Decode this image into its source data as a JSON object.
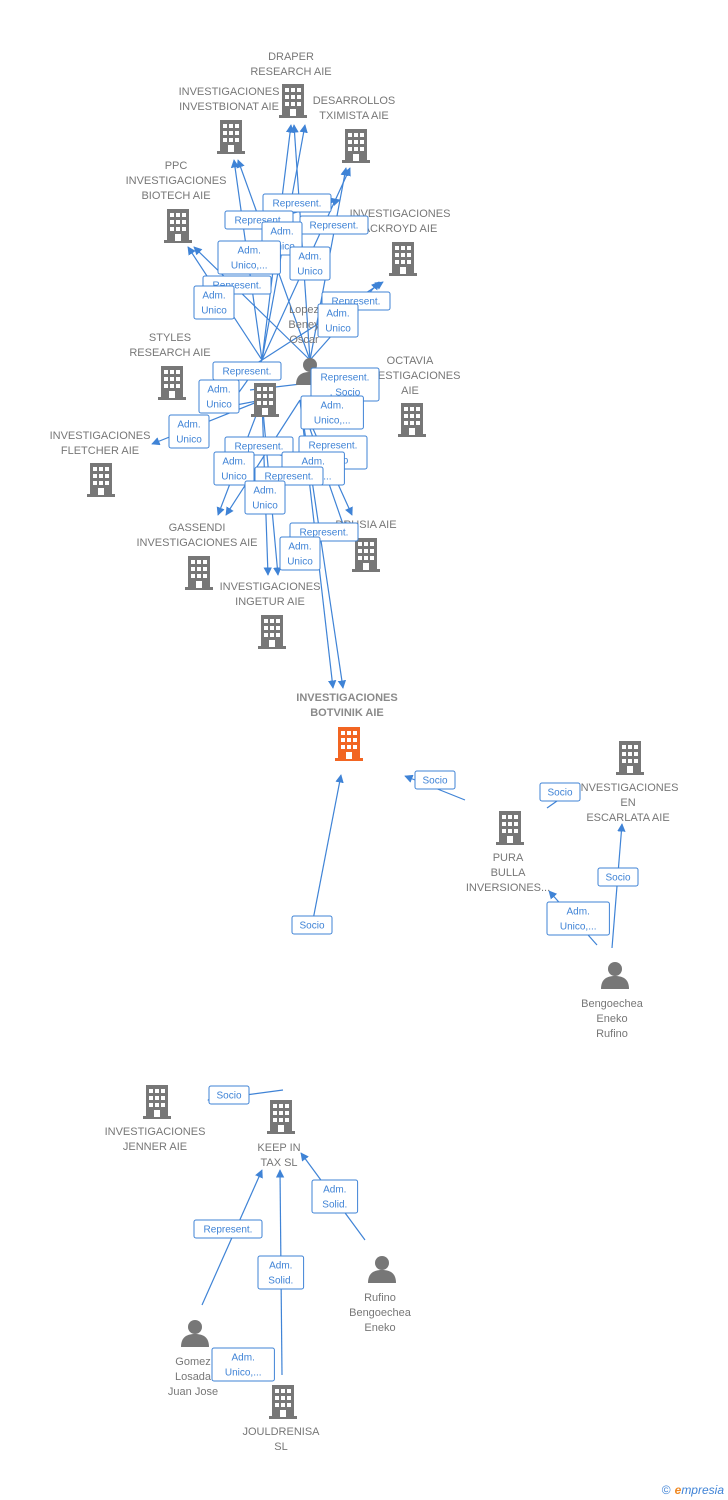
{
  "colors": {
    "edge": "#3f83d6",
    "node": "#777777",
    "focus": "#f26522",
    "person": "#777777"
  },
  "nodes": [
    {
      "id": "draper",
      "kind": "company",
      "lines": [
        "DRAPER",
        "RESEARCH AIE"
      ]
    },
    {
      "id": "investbionat",
      "kind": "company",
      "lines": [
        "INVESTIGACIONES",
        "INVESTBIONAT AIE"
      ]
    },
    {
      "id": "tximista",
      "kind": "company",
      "lines": [
        "DESARROLLOS",
        "TXIMISTA AIE"
      ]
    },
    {
      "id": "ppc",
      "kind": "company",
      "lines": [
        "PPC",
        "INVESTIGACIONES",
        "BIOTECH  AIE"
      ]
    },
    {
      "id": "ackroyd",
      "kind": "company",
      "lines": [
        "INVESTIGACIONES",
        "ACKROYD AIE"
      ]
    },
    {
      "id": "lopez",
      "kind": "person",
      "lines": [
        "Lopez",
        "Beney",
        "Oscar"
      ]
    },
    {
      "id": "styles",
      "kind": "company",
      "lines": [
        "STYLES",
        "RESEARCH AIE"
      ]
    },
    {
      "id": "hubs",
      "kind": "company",
      "lines": []
    },
    {
      "id": "octavia",
      "kind": "company",
      "lines": [
        "OCTAVIA",
        "INVESTIGACIONES",
        "AIE"
      ]
    },
    {
      "id": "fletcher",
      "kind": "company",
      "lines": [
        "INVESTIGACIONES",
        "FLETCHER AIE"
      ]
    },
    {
      "id": "gassendi",
      "kind": "company",
      "lines": [
        "GASSENDI",
        "INVESTIGACIONES AIE"
      ]
    },
    {
      "id": "drusia",
      "kind": "company",
      "lines": [
        "DRUSIA  AIE"
      ]
    },
    {
      "id": "ingetur",
      "kind": "company",
      "lines": [
        "INVESTIGACIONES",
        "INGETUR AIE"
      ]
    },
    {
      "id": "botvinik",
      "kind": "focus",
      "lines": [
        "INVESTIGACIONES",
        "BOTVINIK AIE"
      ]
    },
    {
      "id": "escarlata",
      "kind": "company",
      "lines": [
        "INVESTIGACIONES",
        "EN",
        "ESCARLATA AIE"
      ]
    },
    {
      "id": "pura",
      "kind": "company",
      "lines": [
        "PURA",
        "BULLA",
        "INVERSIONES..."
      ]
    },
    {
      "id": "bengoechea",
      "kind": "person",
      "lines": [
        "Bengoechea",
        "Eneko",
        "Rufino"
      ]
    },
    {
      "id": "jenner",
      "kind": "company",
      "lines": [
        "INVESTIGACIONES",
        "JENNER AIE"
      ]
    },
    {
      "id": "keepin",
      "kind": "company",
      "lines": [
        "KEEP IN",
        "TAX  SL"
      ]
    },
    {
      "id": "rufino",
      "kind": "person",
      "lines": [
        "Rufino",
        "Bengoechea",
        "Eneko"
      ]
    },
    {
      "id": "gomez",
      "kind": "person",
      "lines": [
        "Gomez",
        "Losada",
        "Juan Jose"
      ]
    },
    {
      "id": "jouldrenisa",
      "kind": "company",
      "lines": [
        "JOULDRENISA",
        "SL"
      ]
    }
  ],
  "edge_labels": [
    {
      "id": "l1",
      "lines": [
        "Represent."
      ]
    },
    {
      "id": "l2",
      "lines": [
        "Represent."
      ]
    },
    {
      "id": "l3",
      "lines": [
        "Represent."
      ]
    },
    {
      "id": "l4",
      "lines": [
        "Adm.",
        "Unico"
      ]
    },
    {
      "id": "l5",
      "lines": [
        "Adm.",
        "Unico,..."
      ]
    },
    {
      "id": "l6",
      "lines": [
        "Adm.",
        "Unico"
      ]
    },
    {
      "id": "l7",
      "lines": [
        "Represent."
      ]
    },
    {
      "id": "l8",
      "lines": [
        "Adm.",
        "Unico"
      ]
    },
    {
      "id": "l9",
      "lines": [
        "Represent."
      ]
    },
    {
      "id": "l10",
      "lines": [
        "Adm.",
        "Unico"
      ]
    },
    {
      "id": "l11",
      "lines": [
        "Represent."
      ]
    },
    {
      "id": "l12",
      "lines": [
        "Adm.",
        "Unico"
      ]
    },
    {
      "id": "l13",
      "lines": [
        "Represent.",
        ", Socio"
      ]
    },
    {
      "id": "l14",
      "lines": [
        "Adm.",
        "Unico,..."
      ]
    },
    {
      "id": "l15",
      "lines": [
        "Adm.",
        "Unico"
      ]
    },
    {
      "id": "l16",
      "lines": [
        "Represent."
      ]
    },
    {
      "id": "l17",
      "lines": [
        "Represent.",
        ", Socio"
      ]
    },
    {
      "id": "l18",
      "lines": [
        "Adm.",
        "Unico"
      ]
    },
    {
      "id": "l19",
      "lines": [
        "Adm.",
        "Unico,..."
      ]
    },
    {
      "id": "l20",
      "lines": [
        "Represent."
      ]
    },
    {
      "id": "l21",
      "lines": [
        "Adm.",
        "Unico"
      ]
    },
    {
      "id": "l22",
      "lines": [
        "Represent."
      ]
    },
    {
      "id": "l23",
      "lines": [
        "Adm.",
        "Unico"
      ]
    },
    {
      "id": "l24",
      "lines": [
        "Socio"
      ]
    },
    {
      "id": "l25",
      "lines": [
        "Socio"
      ]
    },
    {
      "id": "l26",
      "lines": [
        "Socio"
      ]
    },
    {
      "id": "l27",
      "lines": [
        "Adm.",
        "Unico,..."
      ]
    },
    {
      "id": "l28",
      "lines": [
        "Socio"
      ]
    },
    {
      "id": "l29",
      "lines": [
        "Socio"
      ]
    },
    {
      "id": "l30",
      "lines": [
        "Adm.",
        "Solid."
      ]
    },
    {
      "id": "l31",
      "lines": [
        "Represent."
      ]
    },
    {
      "id": "l32",
      "lines": [
        "Adm.",
        "Solid."
      ]
    },
    {
      "id": "l33",
      "lines": [
        "Adm.",
        "Unico,..."
      ]
    }
  ],
  "footer": {
    "copyright": "©",
    "brand_e": "e",
    "brand_rest": "mpresia"
  }
}
